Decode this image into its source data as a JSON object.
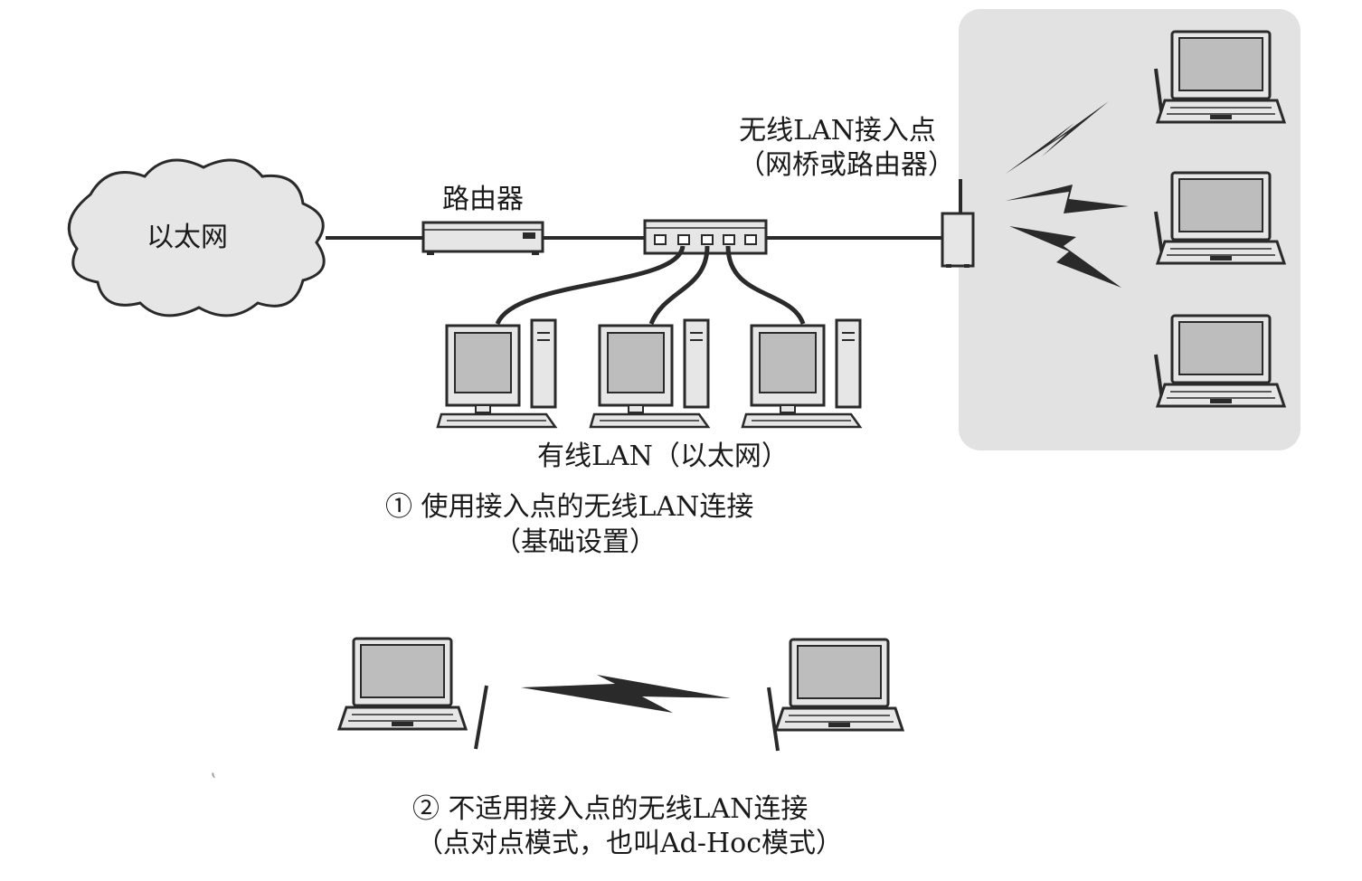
{
  "diagram": {
    "cloud_label": "以太网",
    "router_label": "路由器",
    "access_point_label_line1": "无线LAN接入点",
    "access_point_label_line2": "（网桥或路由器）",
    "wired_lan_label": "有线LAN（以太网）",
    "caption1_line1": "① 使用接入点的无线LAN连接",
    "caption1_line2": "（基础设置）",
    "caption2_line1": "② 不适用接入点的无线LAN连接",
    "caption2_line2": "（点对点模式，也叫Ad-Hoc模式）",
    "stray_mark": "ʽ"
  },
  "colors": {
    "stroke": "#2a2a2a",
    "device_fill": "#e6e6e6",
    "screen_fill": "#bdbdbd",
    "wireless_panel": "#e2e2e2"
  }
}
